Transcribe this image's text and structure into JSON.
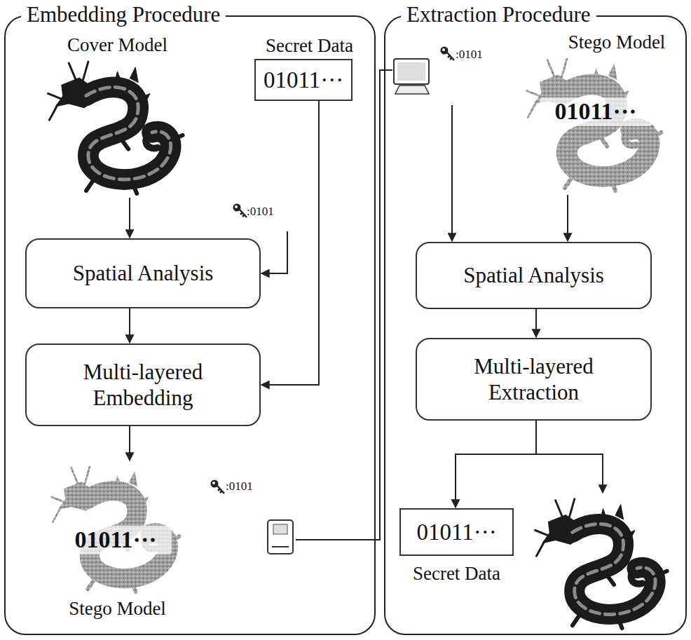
{
  "diagram": {
    "nodes": [
      {
        "text": [
          "Embedding Procedure"
        ]
      },
      {
        "text": [
          "Cover Model"
        ],
        "in": 0
      },
      {
        "text": [
          "Secret Data",
          "01011···"
        ],
        "in": 0
      },
      {
        "text": [
          ":0101"
        ],
        "in": 0
      },
      {
        "text": [
          "Spatial Analysis"
        ],
        "in": 0
      },
      {
        "text": [
          "Multi-layered Embedding"
        ],
        "in": 0
      },
      {
        "text": [
          "01011···",
          "Stego Model"
        ],
        "in": 0
      },
      {
        "text": [
          ":0101"
        ],
        "in": 0
      },
      {
        "text": [
          "Extraction Procedure"
        ]
      },
      {
        "text": [
          ":0101"
        ],
        "in": 8
      },
      {
        "text": [
          "Stego Model",
          "01011···"
        ],
        "in": 8
      },
      {
        "text": [
          "Spatial Analysis"
        ],
        "in": 8
      },
      {
        "text": [
          "Multi-layered Extraction"
        ],
        "in": 8
      },
      {
        "text": [
          "01011···",
          "Secret Data"
        ],
        "in": 8
      }
    ],
    "edges": [
      {
        "from": 1,
        "to": 4,
        "arrow": "to"
      },
      {
        "from": 3,
        "to": 4,
        "arrow": "to"
      },
      {
        "from": 2,
        "to": 5,
        "arrow": "to"
      },
      {
        "from": 4,
        "to": 5,
        "arrow": "to"
      },
      {
        "from": 5,
        "to": 6,
        "arrow": "to"
      },
      {
        "from": 7,
        "to": 9,
        "arrow": "none"
      },
      {
        "from": 9,
        "to": 11,
        "arrow": "to"
      },
      {
        "from": 10,
        "to": 11,
        "arrow": "to"
      },
      {
        "from": 11,
        "to": 12,
        "arrow": "to"
      },
      {
        "from": 12,
        "to": 13,
        "arrow": "to"
      }
    ]
  }
}
